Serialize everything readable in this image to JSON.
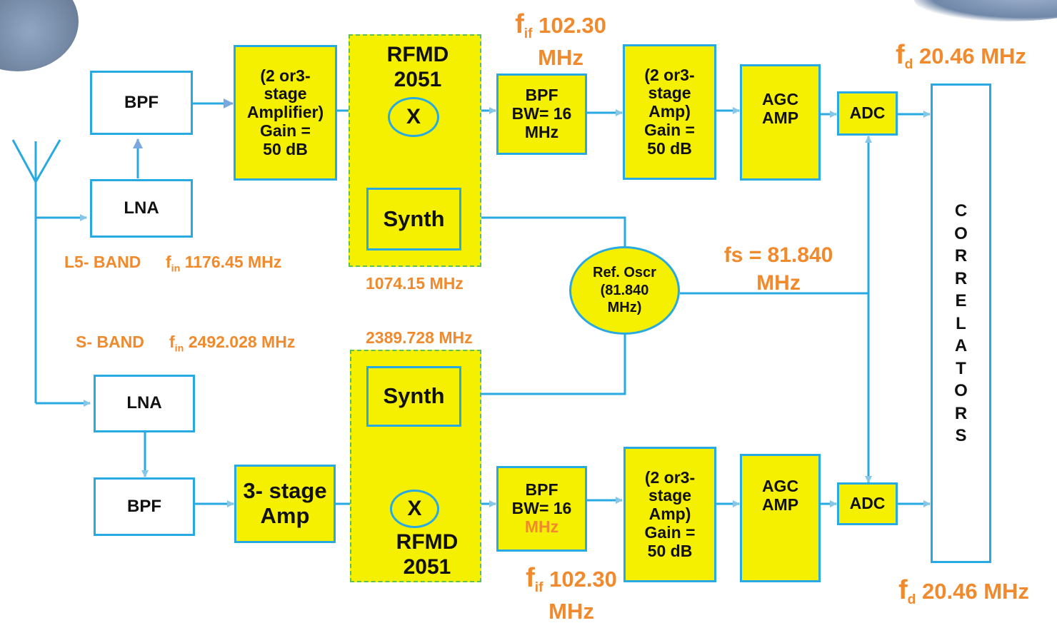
{
  "colors": {
    "wire": "#29a9e1",
    "block_fill": "#f5f000",
    "label": "#f08a2c",
    "group_border": "#5fbf5f"
  },
  "top_chain": {
    "bpf": "BPF",
    "lna": "LNA",
    "amp_lines": [
      "(2 or3-",
      "stage",
      "Amplifier)",
      "Gain =",
      "50 dB"
    ],
    "rfmd_lines": [
      "RFMD",
      "2051"
    ],
    "mixer": "X",
    "synth": "Synth",
    "bpf2_lines": [
      "BPF",
      "BW= 16",
      "MHz"
    ],
    "amp2_lines": [
      "(2 or3-",
      "stage",
      "Amp)",
      "Gain =",
      "50 dB"
    ],
    "agc_lines": [
      "AGC",
      "AMP"
    ],
    "adc": "ADC",
    "band_label": "L5- BAND",
    "fin_f": "f",
    "fin_sub": "in",
    "fin_value": "1176.45 MHz",
    "lo_freq": "1074.15 MHz",
    "fif_f": "f",
    "fif_sub": "if",
    "fif_value": "102.30",
    "fif_unit": "MHz",
    "fd_f": "f",
    "fd_sub": "d",
    "fd_value": "20.46 MHz"
  },
  "reference": {
    "osc_lines": [
      "Ref. Oscr",
      "(81.840",
      "MHz)"
    ],
    "fs_lines": [
      "fs = 81.840",
      "MHz"
    ]
  },
  "bottom_chain": {
    "lna": "LNA",
    "bpf": "BPF",
    "amp_lines": [
      "3- stage",
      "Amp"
    ],
    "synth": "Synth",
    "mixer": "X",
    "rfmd_lines": [
      "RFMD",
      "2051"
    ],
    "bpf2_lines": [
      "BPF",
      "BW= 16",
      "MHz"
    ],
    "amp2_lines": [
      "(2 or3-",
      "stage",
      "Amp)",
      "Gain =",
      "50 dB"
    ],
    "agc_lines": [
      "AGC",
      "AMP"
    ],
    "adc": "ADC",
    "band_label": "S- BAND",
    "fin_f": "f",
    "fin_sub": "in",
    "fin_value": "2492.028 MHz",
    "lo_freq": "2389.728 MHz",
    "fif_f": "f",
    "fif_sub": "if",
    "fif_value": "102.30",
    "fif_unit": "MHz",
    "fd_f": "f",
    "fd_sub": "d",
    "fd_value": "20.46 MHz"
  },
  "correlators": {
    "letters": [
      "C",
      "O",
      "R",
      "R",
      "E",
      "L",
      "A",
      "T",
      "O",
      "R",
      "S"
    ]
  }
}
